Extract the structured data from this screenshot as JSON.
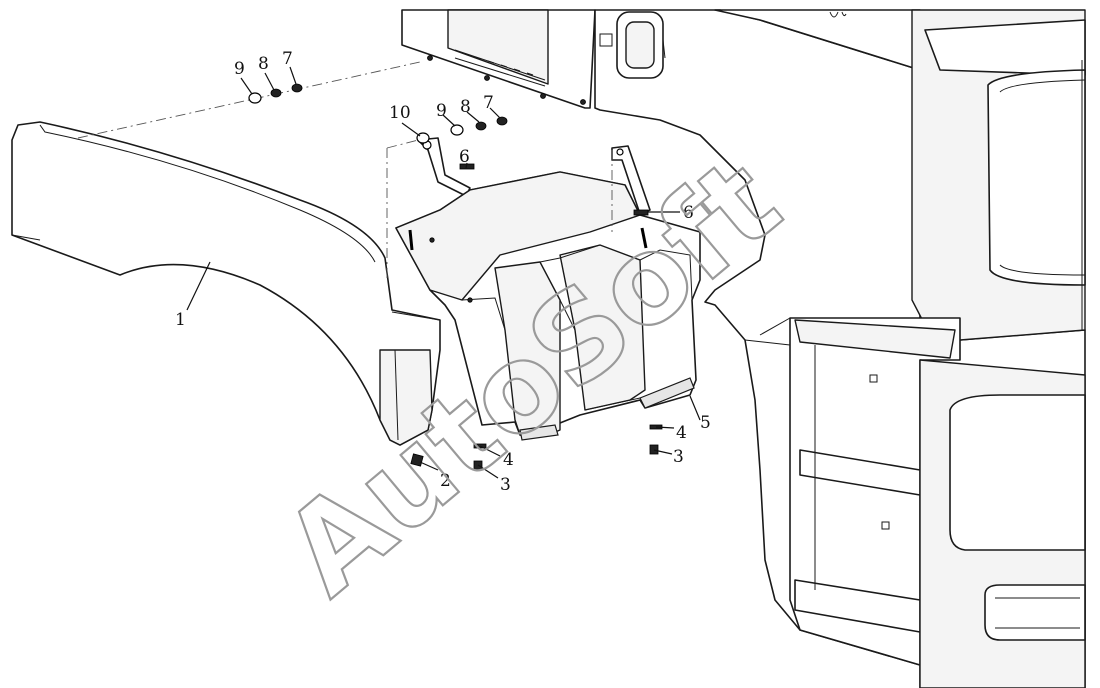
{
  "labels": {
    "p1": "1",
    "p2": "2",
    "p3a": "3",
    "p3b": "3",
    "p4a": "4",
    "p4b": "4",
    "p5": "5",
    "p6a": "6",
    "p6b": "6",
    "p7a": "7",
    "p7b": "7",
    "p8a": "8",
    "p8b": "8",
    "p9a": "9",
    "p9b": "9",
    "p10": "10"
  },
  "watermark": "AutoSoft"
}
